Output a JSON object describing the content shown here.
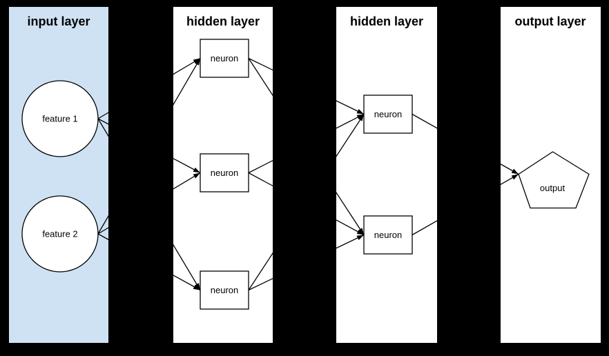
{
  "diagram": {
    "title": "neural network layers diagram",
    "type": "feedforward-neural-network"
  },
  "colors": {
    "background": "#000000",
    "input_panel_fill": "#cfe2f3",
    "panel_fill": "#ffffff",
    "node_fill": "#ffffff",
    "stroke": "#000000"
  },
  "layers": [
    {
      "title": "input layer",
      "nodes": [
        {
          "id": "input-1",
          "label": "feature 1",
          "shape": "circle"
        },
        {
          "id": "input-2",
          "label": "feature 2",
          "shape": "circle"
        }
      ]
    },
    {
      "title": "hidden layer",
      "nodes": [
        {
          "id": "h1-1",
          "label": "neuron",
          "shape": "rectangle"
        },
        {
          "id": "h1-2",
          "label": "neuron",
          "shape": "rectangle"
        },
        {
          "id": "h1-3",
          "label": "neuron",
          "shape": "rectangle"
        }
      ]
    },
    {
      "title": "hidden layer",
      "nodes": [
        {
          "id": "h2-1",
          "label": "neuron",
          "shape": "rectangle"
        },
        {
          "id": "h2-2",
          "label": "neuron",
          "shape": "rectangle"
        }
      ]
    },
    {
      "title": "output layer",
      "nodes": [
        {
          "id": "out-1",
          "label": "output",
          "shape": "pentagon"
        }
      ]
    }
  ],
  "connections": [
    {
      "from": "input-1",
      "to": "h1-1"
    },
    {
      "from": "input-1",
      "to": "h1-2"
    },
    {
      "from": "input-1",
      "to": "h1-3"
    },
    {
      "from": "input-2",
      "to": "h1-1"
    },
    {
      "from": "input-2",
      "to": "h1-2"
    },
    {
      "from": "input-2",
      "to": "h1-3"
    },
    {
      "from": "h1-1",
      "to": "h2-1"
    },
    {
      "from": "h1-1",
      "to": "h2-2"
    },
    {
      "from": "h1-2",
      "to": "h2-1"
    },
    {
      "from": "h1-2",
      "to": "h2-2"
    },
    {
      "from": "h1-3",
      "to": "h2-1"
    },
    {
      "from": "h1-3",
      "to": "h2-2"
    },
    {
      "from": "h2-1",
      "to": "out-1"
    },
    {
      "from": "h2-2",
      "to": "out-1"
    }
  ]
}
